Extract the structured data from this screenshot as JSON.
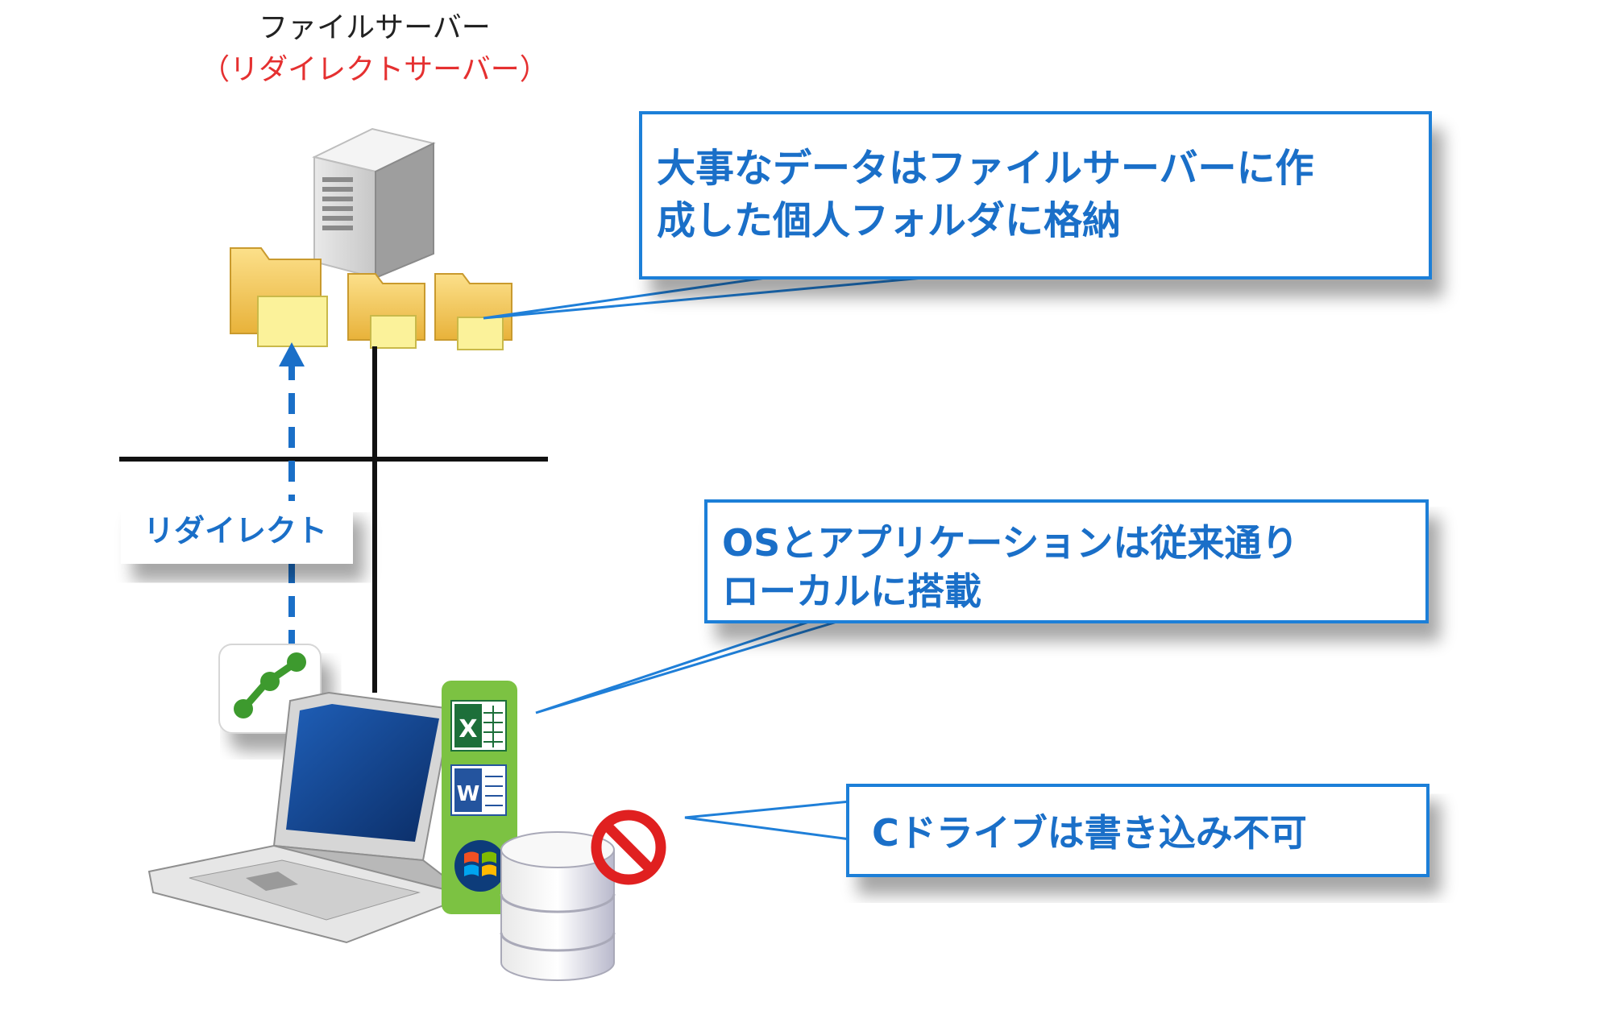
{
  "server": {
    "title": "ファイルサーバー",
    "subtitle": "（リダイレクトサーバー）"
  },
  "callouts": {
    "data": {
      "line1": "大事なデータはファイルサーバーに作",
      "line2": "成した個人フォルダに格納"
    },
    "os": {
      "line1": "OSとアプリケーションは従来通り",
      "line2": "ローカルに搭載"
    },
    "drive": {
      "line1": "Cドライブは書き込み不可"
    }
  },
  "redirect": {
    "label": "リダイレクト"
  },
  "app_icons": {
    "excel_letter": "X",
    "word_letter": "W"
  },
  "colors": {
    "callout_border": "#1f7fd8",
    "callout_text": "#1a6fc8",
    "redirect_arrow": "#1a6fc8",
    "server_subtitle": "#e53030",
    "network_line": "#111111",
    "folder": "#f2c94c",
    "app_strip": "#7cc242",
    "no_sign": "#e02020"
  }
}
